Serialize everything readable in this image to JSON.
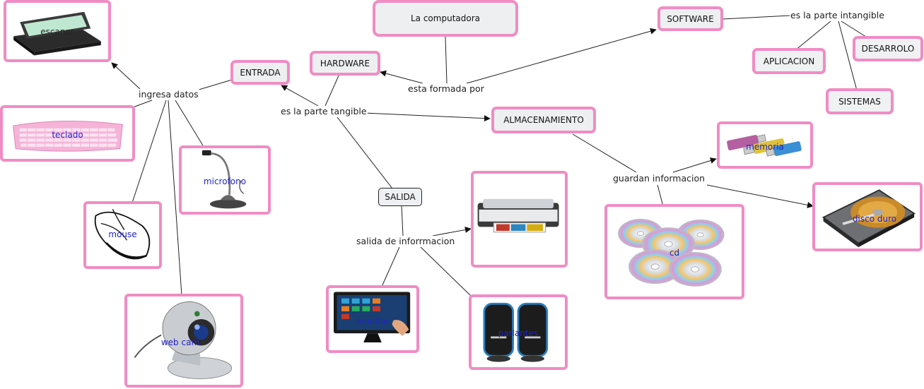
{
  "colors": {
    "node_border": "#f08cc4",
    "node_fill": "#eeeff1",
    "image_caption": "#2323c8",
    "link": "#111111"
  },
  "concepts": {
    "root": "La computadora",
    "hardware": "HARDWARE",
    "software": "SOFTWARE",
    "entrada": "ENTRADA",
    "almacenamiento": "ALMACENAMIENTO",
    "salida": "SALIDA",
    "aplicacion": "APLICACION",
    "desarrolo": "DESARROLO",
    "sistemas": "SISTEMAS"
  },
  "links": {
    "esta_formada_por": "esta formada por",
    "parte_tangible": "es la parte tangible",
    "parte_intangible": "es la parte intangible",
    "ingresa_datos": "ingresa datos",
    "guardan_informacion": "guardan informacion",
    "salida_informacion": "salida de inforrmacion"
  },
  "image_nodes": {
    "escaner": {
      "caption": "escaner",
      "icon": "scanner-image"
    },
    "teclado": {
      "caption": "teclado",
      "icon": "keyboard-image"
    },
    "microfono": {
      "caption": "microfono",
      "icon": "microphone-image"
    },
    "mouse": {
      "caption": "mouse",
      "icon": "mouse-image"
    },
    "webcam": {
      "caption": "web cam",
      "icon": "webcam-image"
    },
    "impresora": {
      "caption": "",
      "icon": "printer-image"
    },
    "monitor": {
      "caption": "monitor",
      "icon": "monitor-image"
    },
    "parlantes": {
      "caption": "parlantes",
      "icon": "speakers-image"
    },
    "memoria": {
      "caption": "memoria",
      "icon": "usb-memory-image"
    },
    "cd": {
      "caption": "cd",
      "icon": "cd-discs-image"
    },
    "disco_duro": {
      "caption": "disco duro",
      "icon": "hard-disk-image"
    }
  }
}
